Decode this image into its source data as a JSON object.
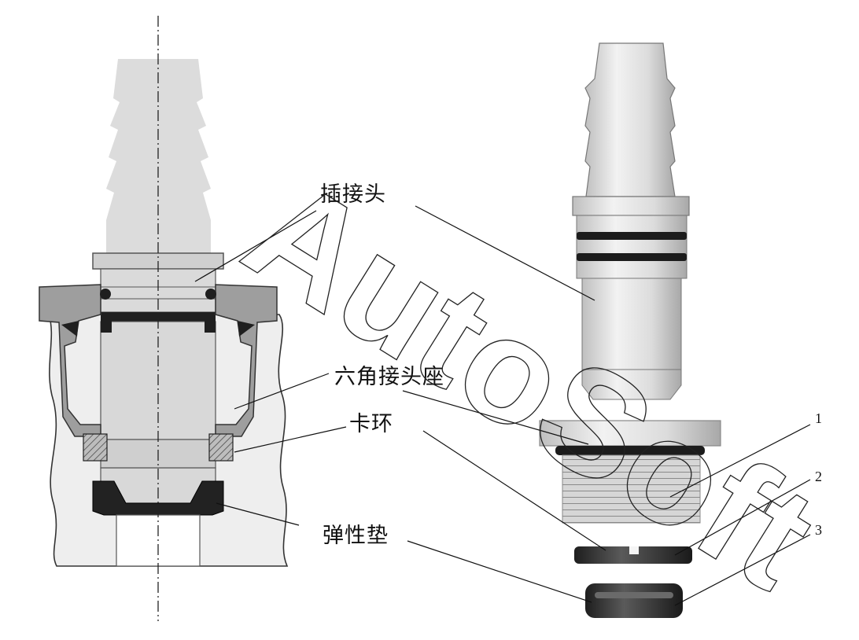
{
  "labels": {
    "plug_connector": "插接头",
    "hex_seat": "六角接头座",
    "snap_ring": "卡环",
    "elastic_pad": "弹性垫",
    "num_1": "1",
    "num_2": "2",
    "num_3": "3"
  },
  "watermark": "AutoSoft",
  "colors": {
    "plug_light": "#e2e2e2",
    "plug_mid": "#d0d0d0",
    "body_gray": "#a9a9a9",
    "dark": "#2a2a2a",
    "hatch": "#888888",
    "housing_bg": "#ececec"
  }
}
